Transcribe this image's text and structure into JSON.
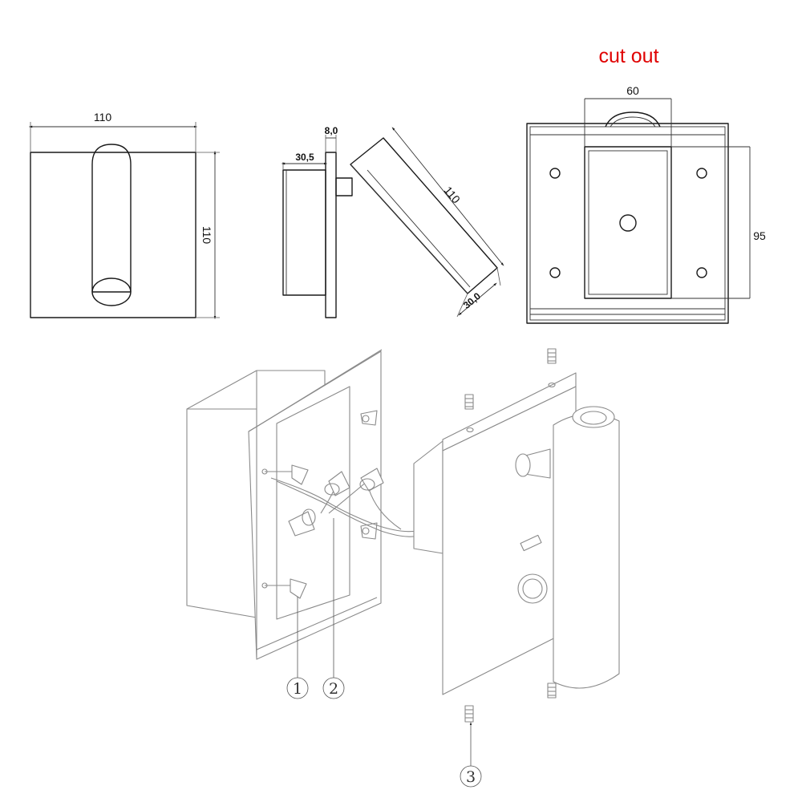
{
  "front_view": {
    "width_label": "110",
    "height_label": "110"
  },
  "side_view": {
    "plate_label": "8,0",
    "box_label": "30,5",
    "arm_length_label": "110",
    "arm_width_label": "30,0"
  },
  "cutout_view": {
    "title": "cut out",
    "width_label": "60",
    "height_label": "95"
  },
  "callouts": [
    "1",
    "2",
    "3"
  ],
  "colors": {
    "line": "#1a1a1a",
    "light_line": "#8a8a8a",
    "title_red": "#e00000"
  }
}
